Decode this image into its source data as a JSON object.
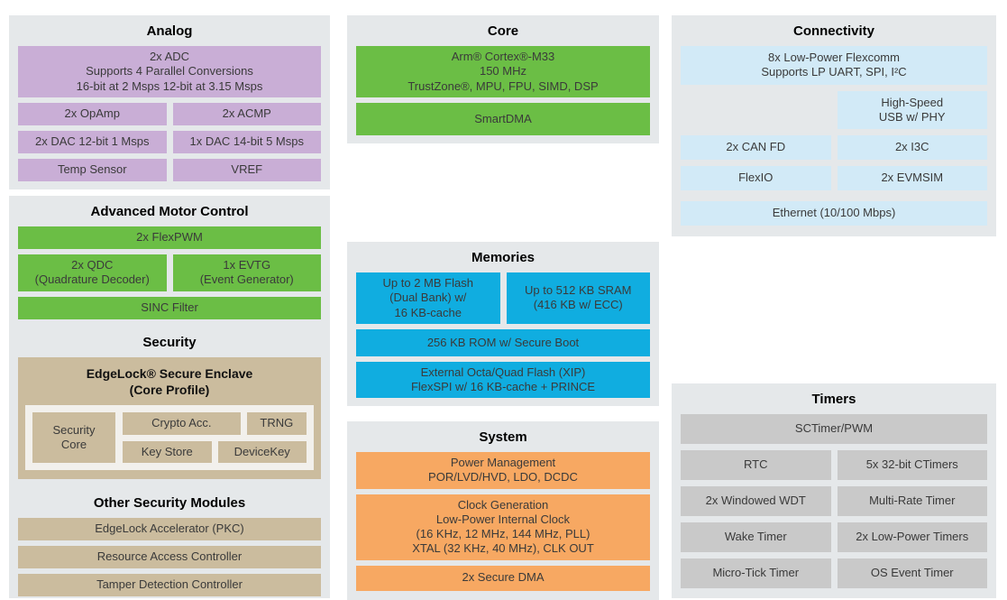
{
  "colors": {
    "purple": "#c9aed6",
    "green": "#6bbe45",
    "cyan": "#10ade0",
    "light_blue": "#d2eaf7",
    "orange": "#f7a862",
    "tan": "#cbbc9e",
    "gray": "#c9c9c9",
    "section_bg": "#e5e8ea",
    "panel": "#f2f0ec",
    "text": "#3a3a3a",
    "heading": "#000000"
  },
  "sections": {
    "analog": {
      "title": "Analog",
      "adc": "2x ADC\nSupports 4 Parallel Conversions\n16-bit at 2 Msps 12-bit at 3.15 Msps",
      "opamp": "2x OpAmp",
      "acmp": "2x ACMP",
      "dac12": "2x DAC 12-bit 1 Msps",
      "dac14": "1x DAC 14-bit 5 Msps",
      "temp_sensor": "Temp Sensor",
      "vref": "VREF"
    },
    "motor": {
      "title": "Advanced Motor Control",
      "flexpwm": "2x FlexPWM",
      "qdc": "2x QDC\n(Quadrature Decoder)",
      "evtg": "1x EVTG\n(Event Generator)",
      "sinc": "SINC Filter"
    },
    "security": {
      "title": "Security",
      "enclave_title": "EdgeLock® Secure Enclave\n(Core Profile)",
      "enclave": {
        "security_core": "Security\nCore",
        "crypto_acc": "Crypto Acc.",
        "trng": "TRNG",
        "key_store": "Key Store",
        "device_key": "DeviceKey"
      }
    },
    "other_security": {
      "title": "Other Security Modules",
      "pkc": "EdgeLock Accelerator (PKC)",
      "rac": "Resource Access Controller",
      "tamper": "Tamper Detection Controller"
    },
    "core": {
      "title": "Core",
      "cpu": "Arm® Cortex®-M33\n150 MHz\nTrustZone®, MPU, FPU, SIMD, DSP",
      "smartdma": "SmartDMA"
    },
    "memories": {
      "title": "Memories",
      "flash": "Up to 2 MB Flash\n(Dual Bank) w/\n16 KB-cache",
      "sram": "Up to 512 KB SRAM\n(416 KB w/ ECC)",
      "rom": "256 KB ROM w/ Secure Boot",
      "external_flash": "External Octa/Quad Flash (XIP)\nFlexSPI w/ 16 KB-cache + PRINCE"
    },
    "system": {
      "title": "System",
      "power": "Power Management\nPOR/LVD/HVD, LDO, DCDC",
      "clock": "Clock Generation\nLow-Power Internal Clock\n(16 KHz, 12 MHz, 144 MHz, PLL)\nXTAL (32 KHz, 40 MHz), CLK OUT",
      "secure_dma": "2x Secure DMA"
    },
    "connectivity": {
      "title": "Connectivity",
      "flexcomm": "8x Low-Power Flexcomm\nSupports LP UART, SPI, I²C",
      "usb": "High-Speed\nUSB w/ PHY",
      "can_fd": "2x CAN FD",
      "i3c": "2x I3C",
      "flexio": "FlexIO",
      "evmsim": "2x EVMSIM",
      "ethernet": "Ethernet (10/100 Mbps)"
    },
    "timers": {
      "title": "Timers",
      "sctimer": "SCTimer/PWM",
      "rtc": "RTC",
      "ctimers": "5x 32-bit CTimers",
      "wdt": "2x Windowed WDT",
      "mrt": "Multi-Rate Timer",
      "wake": "Wake Timer",
      "lp_timers": "2x Low-Power Timers",
      "micro_tick": "Micro-Tick Timer",
      "os_event": "OS Event Timer"
    }
  }
}
